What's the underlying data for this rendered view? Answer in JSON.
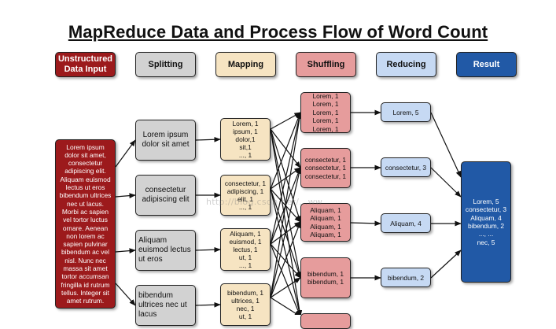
{
  "title": "MapReduce Data and Process Flow of Word Count",
  "headers": {
    "input": "Unstructured\nData Input",
    "splitting": "Splitting",
    "mapping": "Mapping",
    "shuffling": "Shuffling",
    "reducing": "Reducing",
    "result": "Result"
  },
  "input_text": "Lorem ipsum\ndolor sit amet,\nconsectetur\nadipiscing elit.\nAliquam euismod\nlectus ut eros\nbibendum ultrices\nnec ut lacus.\nMorbi ac sapien\nvel tortor luctus\nornare. Aenean\nnon lorem ac\nsapien pulvinar\nbibendum ac vel\nnisl. Nunc nec\nmassa sit amet\ntortor accumsan\nfringilla id rutrum\ntellus. Integer sit\namet rutrum.",
  "splits": [
    "Lorem ipsum\ndolor sit amet",
    "consectetur\nadipiscing elit",
    "Aliquam\neuismod lectus\nut eros",
    "bibendum\nultrices nec ut\nlacus"
  ],
  "maps": [
    "Lorem, 1\nipsum, 1\ndolor,1\nsit,1\n..., 1",
    "consectetur, 1\nadipiscing, 1\nelit, 1\n..., 1",
    "Aliquam, 1\neuismod, 1\nlectus, 1\nut, 1\n..., 1",
    "bibendum, 1\nultrices, 1\nnec, 1\nut, 1"
  ],
  "shuffles": [
    "Lorem, 1\nLorem, 1\nLorem, 1\nLorem, 1\nLorem, 1",
    "consectetur, 1\nconsectetur, 1\nconsectetur, 1",
    "Aliquam, 1\nAliquam, 1\nAliquam, 1\nAliquam, 1",
    "bibendum, 1\nbibendum, 1"
  ],
  "reduces": [
    "Lorem, 5",
    "consectetur, 3",
    "Aliquam, 4",
    "bibendum, 2"
  ],
  "result_text": "Lorem, 5\nconsectetur, 3\nAliquam, 4\nbibendum, 2\n..., ...\nnec, 5",
  "watermark": "http://blog.csdn.net/...ww",
  "colors": {
    "input": "#9c1a1c",
    "split": "#d2d2d2",
    "map": "#f6e4c2",
    "shuffle": "#e69c9c",
    "reduce": "#c6d9f3",
    "result": "#2159a6"
  }
}
